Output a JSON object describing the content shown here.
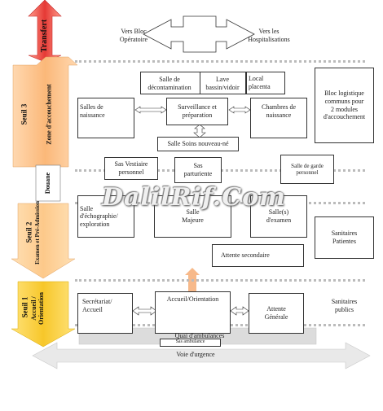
{
  "zones": {
    "transfert": "Transfert",
    "seuil3": "Seuil 3",
    "zone_accouchement": "Zone d'accouchement",
    "douane": "Douane",
    "seuil2": "Seuil 2",
    "examen": "Examen et Pré-Admission",
    "seuil1": "Seuil 1",
    "accueil": "Accueil / Orientation"
  },
  "transfer": {
    "bloc_operatoire": "Vers Bloc\nOpératoire",
    "hospitalisations": "Vers les\nHospitalisations"
  },
  "seuil3": {
    "salle_decontamination": "Salle de\ndécontamination",
    "lave_bassin": "Lave\nbassin/vidoir",
    "local_placenta": "Local\nplacenta",
    "salles_naissance": "Salles de\nnaissance",
    "surveillance": "Surveillance et\npréparation",
    "chambres_naissance": "Chambres de\nnaissance",
    "soins_nouveau_ne": "Salle Soins nouveau-né",
    "bloc_logistique": "Bloc logistique\ncommuns pour\n2 modules\nd'accouchement"
  },
  "douane": {
    "sas_vestiaire": "Sas Vestiaire\npersonnel",
    "sas_parturiente": "Sas\nparturiente",
    "salle_garde": "Salle de garde\npersonnel"
  },
  "seuil2": {
    "salle_echographie": "Salle\nd'échographie/\nexploration",
    "salle_centre": "Salle\nMajeure",
    "salle_examen": "Salle(s)\nd'examen",
    "sanitaires_patientes": "Sanitaires\nPatientes",
    "attente_secondaire": "Attente secondaire"
  },
  "seuil1": {
    "secretariat": "Secrétariat/\nAccueil",
    "accueil_orientation": "Accueil/Orientation",
    "attente_generale": "Attente\nGénérale",
    "sanitaires_publics": "Sanitaires\npublics",
    "sas_ambulance": "Sas ambulance"
  },
  "bottom": {
    "quai": "Quai d'ambulances",
    "voie": "Voie d'urgence"
  },
  "watermark": "DalilRif.Com",
  "colors": {
    "transfert_arrow": "#e53935",
    "seuil3_arrow": "#fbb879",
    "seuil2_arrow": "#fdc98a",
    "seuil1_arrow": "#f7c72a",
    "up_arrow_light": "#f7b98a",
    "up_arrow_red": "#e00000",
    "quai_bar": "#d9d9d9",
    "voie_arrow": "#e8e8e8"
  }
}
